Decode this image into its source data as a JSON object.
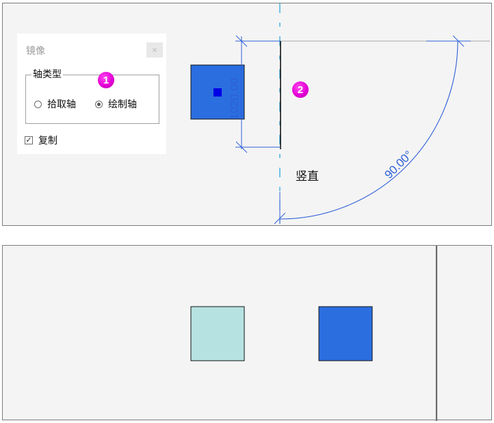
{
  "dialog": {
    "title": "镜像",
    "close_glyph": "×",
    "group_label": "轴类型",
    "options": [
      {
        "label": "拾取轴",
        "selected": false
      },
      {
        "label": "绘制轴",
        "selected": true
      }
    ],
    "copy_label": "复制",
    "copy_checked": true
  },
  "callouts": [
    "1",
    "2"
  ],
  "canvas": {
    "dimension_text": "1020.00",
    "angle_text": "90.00°",
    "axis_hint": "竖直"
  },
  "colors": {
    "element_fill": "#2b6ee0",
    "copy_fill": "#b6e2e2",
    "dimension_line": "#2e5fd8",
    "axis_dash": "#1aa0e0",
    "badge": "#e400d6"
  }
}
